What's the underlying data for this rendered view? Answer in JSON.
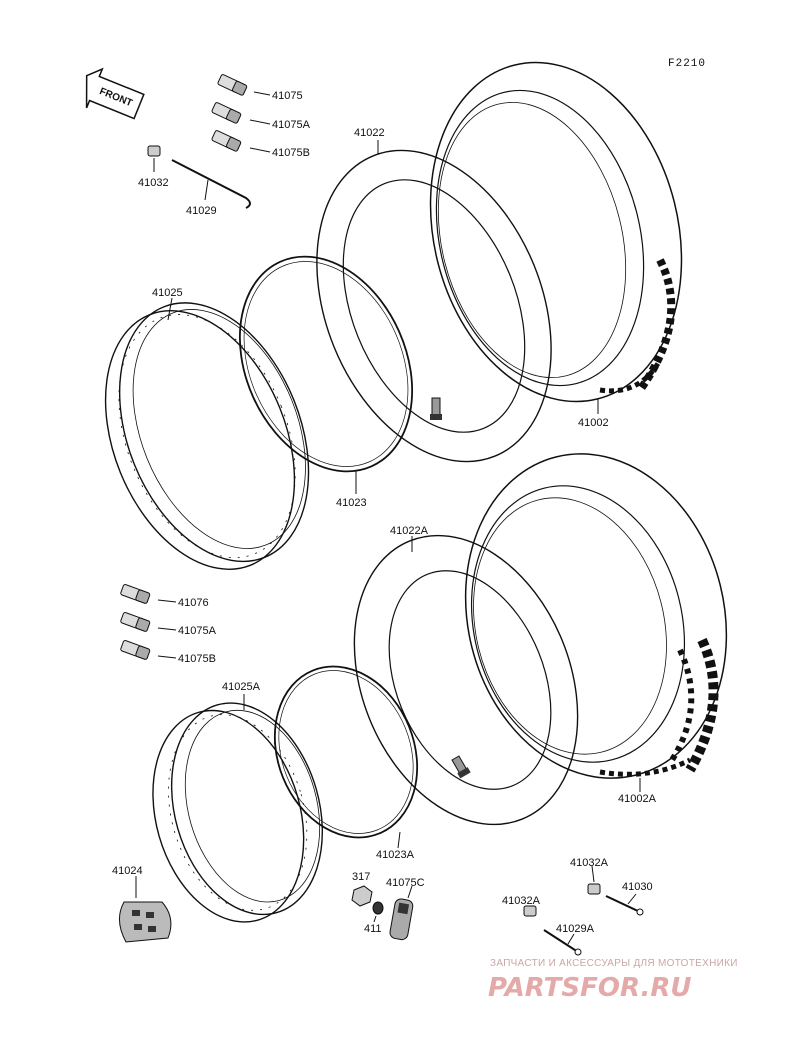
{
  "diagram_code": "F2210",
  "front_arrow_label": "FRONT",
  "parts": {
    "valve_cap": "41075",
    "valve_cap_a": "41075A",
    "valve_cap_b": "41075B",
    "nipple": "41032",
    "spoke": "41029",
    "rear_tube": "41022",
    "rear_tire": "41002",
    "rear_rim": "41025",
    "rear_rim_band": "41023",
    "front_valve_cap": "41076",
    "front_valve_cap_a": "41075A",
    "front_valve_cap_b": "41075B",
    "front_tube": "41022A",
    "front_tire": "41002A",
    "front_rim": "41025A",
    "front_rim_band": "41023A",
    "balance_weight": "41024",
    "nut": "317",
    "washer": "411",
    "valve_cover": "41075C",
    "nipple_a1": "41032A",
    "nipple_a2": "41032A",
    "spoke_a1": "41030",
    "spoke_a2": "41029A"
  },
  "watermark": {
    "tagline": "ЗАПЧАСТИ И АКСЕССУАРЫ ДЛЯ МОТОТЕХНИКИ",
    "logo": "PARTSFOR.RU"
  }
}
